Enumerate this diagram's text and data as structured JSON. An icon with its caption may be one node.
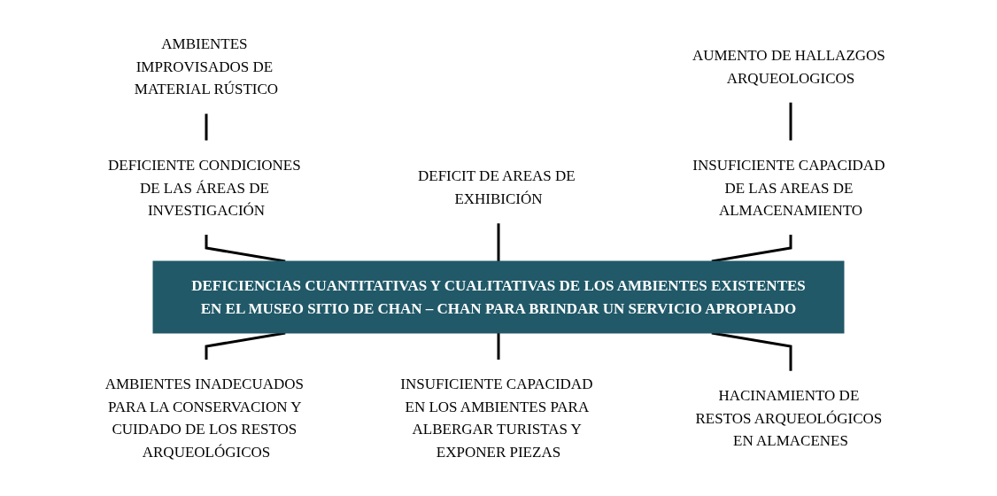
{
  "diagram": {
    "nodes": [
      {
        "text": [
          "AMBIENTES IMPROVISADOS DE MATERIAL RÚSTICO"
        ]
      },
      {
        "text": [
          "DEFICIT DE AREAS DE EXHIBICIÓN"
        ]
      },
      {
        "text": [
          "AUMENTO DE HALLAZGOS ARQUEOLOGICOS"
        ]
      },
      {
        "text": [
          "DEFICIENTE CONDICIONES DE LAS ÁREAS DE INVESTIGACIÓN"
        ]
      },
      {
        "text": [
          "INSUFICIENTE CAPACIDAD DE LAS AREAS DE ALMACENAMIENTO"
        ]
      },
      {
        "text": [
          "DEFICIENCIAS CUANTITATIVAS Y CUALITATIVAS DE LOS AMBIENTES EXISTENTES EN EL MUSEO SITIO DE CHAN – CHAN PARA BRINDAR UN SERVICIO APROPIADO"
        ]
      },
      {
        "text": [
          "AMBIENTES INADECUADOS PARA LA CONSERVACION Y CUIDADO DE LOS RESTOS ARQUEOLÓGICOS"
        ]
      },
      {
        "text": [
          "INSUFICIENTE CAPACIDAD EN LOS AMBIENTES PARA ALBERGAR TURISTAS Y EXPONER PIEZAS"
        ]
      },
      {
        "text": [
          "HACINAMIENTO DE RESTOS ARQUEOLÓGICOS EN ALMACENES"
        ]
      }
    ],
    "edges": [
      {
        "from": 0,
        "to": 3,
        "arrow": "none"
      },
      {
        "from": 2,
        "to": 4,
        "arrow": "none"
      },
      {
        "from": 3,
        "to": 5,
        "arrow": "none"
      },
      {
        "from": 1,
        "to": 5,
        "arrow": "none"
      },
      {
        "from": 4,
        "to": 5,
        "arrow": "none"
      },
      {
        "from": 5,
        "to": 6,
        "arrow": "none"
      },
      {
        "from": 5,
        "to": 7,
        "arrow": "none"
      },
      {
        "from": 5,
        "to": 8,
        "arrow": "none"
      }
    ]
  }
}
